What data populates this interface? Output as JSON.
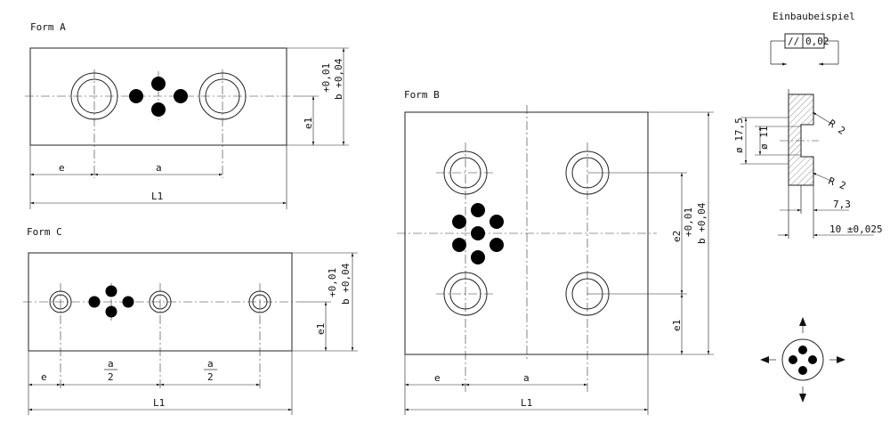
{
  "labels": {
    "form_a": "Form A",
    "form_b": "Form B",
    "form_c": "Form C",
    "einbau": "Einbaubeispiel"
  },
  "dims": {
    "e": "e",
    "a": "a",
    "half_num": "a",
    "half_den": "2",
    "L1": "L1",
    "e1": "e1",
    "e2": "e2",
    "tol_plus": "+0,01",
    "b_tol": "b +0,04",
    "parallel_symbol": "//",
    "parallel_value": "0,02",
    "dia_17_5": "ø 17,5",
    "dia_11": "ø 11",
    "r2": "R 2",
    "dim_7_3": "7,3",
    "dim_10": "10 ±0,025"
  }
}
